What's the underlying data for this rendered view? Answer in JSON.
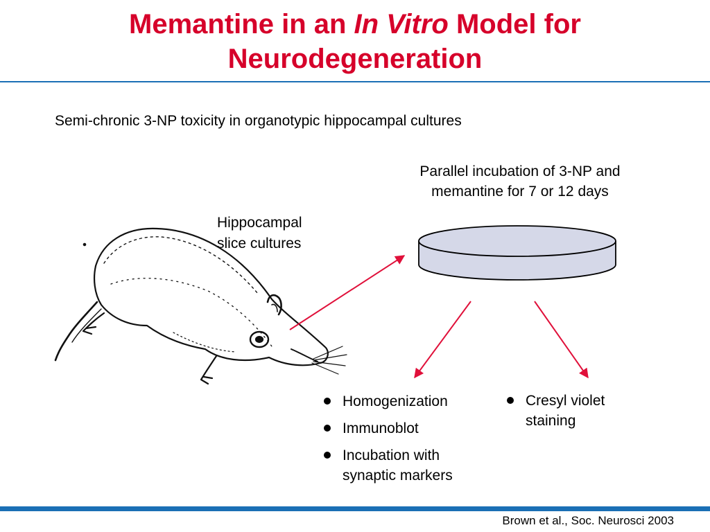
{
  "title": {
    "part1": "Memantine in an ",
    "italic": "In Vitro",
    "part2": " Model for",
    "line2": "Neurodegeneration"
  },
  "subtitle": "Semi-chronic 3-NP toxicity in organotypic hippocampal cultures",
  "parallel_label": "Parallel incubation of 3-NP and memantine for 7 or 12 days",
  "slice_label": {
    "line1": "Hippocampal",
    "line2": "slice cultures"
  },
  "left_list": [
    "Homogenization",
    "Immunoblot",
    "Incubation with synaptic markers"
  ],
  "right_list": [
    "Cresyl violet staining"
  ],
  "citation": "Brown et al., Soc. Neurosci 2003",
  "colors": {
    "title": "#d6002a",
    "rule": "#1a6fb5",
    "arrow": "#e0103a",
    "dish_fill": "#d5d8e8"
  },
  "icons": {
    "animal": "rat-drawing",
    "dish": "culture-dish-icon"
  }
}
